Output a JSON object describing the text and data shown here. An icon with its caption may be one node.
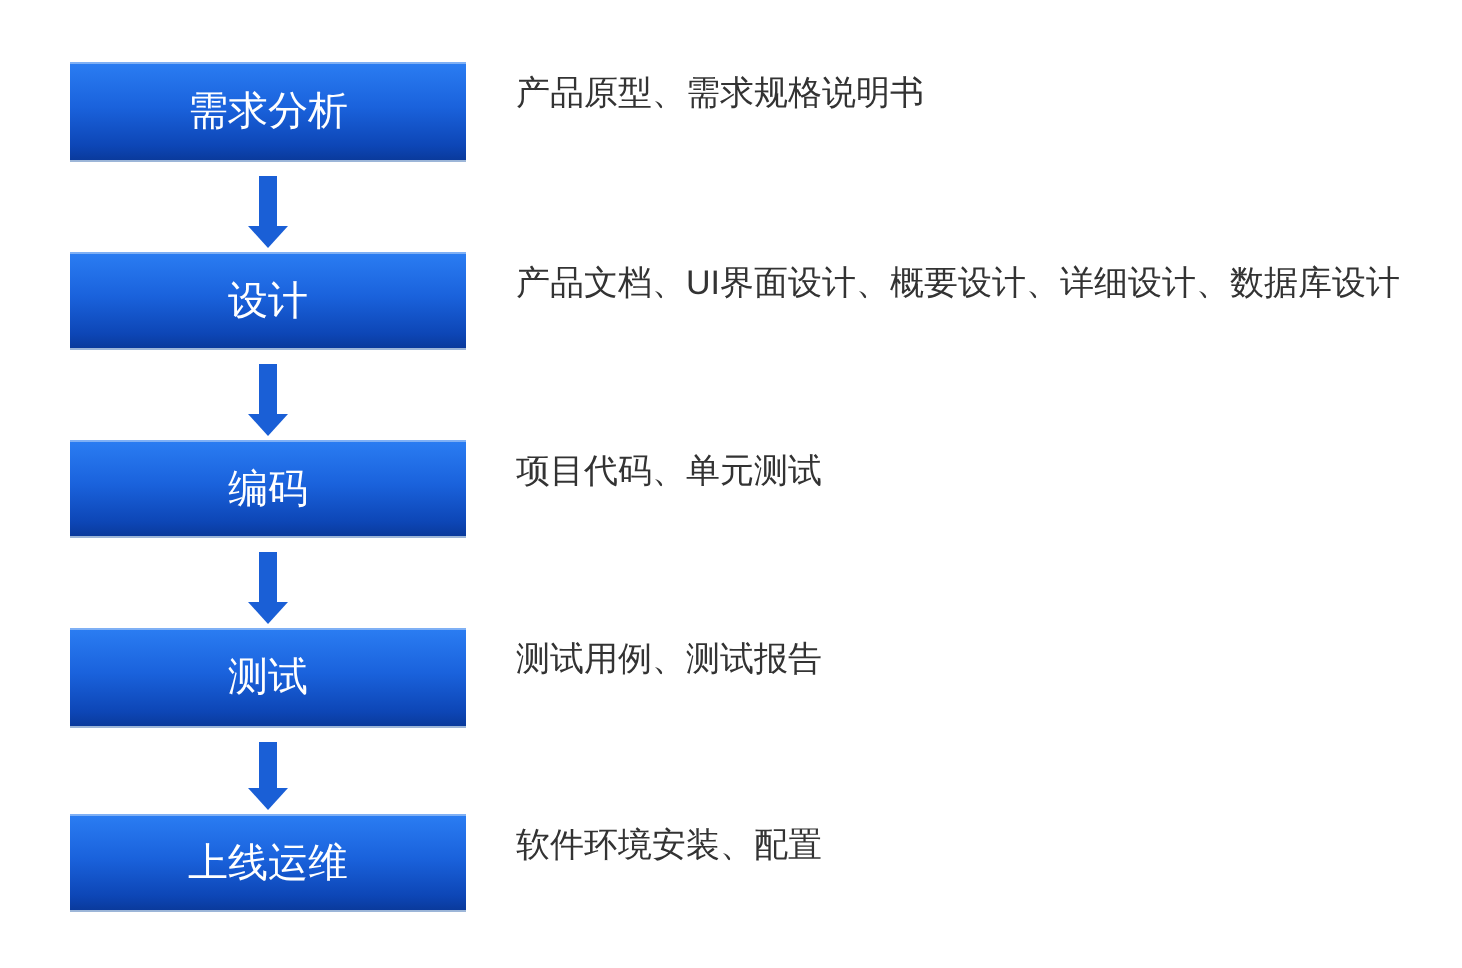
{
  "diagram": {
    "nodes": [
      {
        "text": [
          "需求分析"
        ],
        "beside": [
          "产品原型、需求规格说明书"
        ]
      },
      {
        "text": [
          "设计"
        ],
        "beside": [
          "产品文档、UI界面设计、概要设计、详细设计、数据库设计"
        ]
      },
      {
        "text": [
          "编码"
        ],
        "beside": [
          "项目代码、单元测试"
        ]
      },
      {
        "text": [
          "测试"
        ],
        "beside": [
          "测试用例、测试报告"
        ]
      },
      {
        "text": [
          "上线运维"
        ],
        "beside": [
          "软件环境安装、配置"
        ]
      }
    ],
    "edges": [
      {
        "from": 0,
        "to": 1,
        "arrow": "to"
      },
      {
        "from": 1,
        "to": 2,
        "arrow": "to"
      },
      {
        "from": 2,
        "to": 3,
        "arrow": "to"
      },
      {
        "from": 3,
        "to": 4,
        "arrow": "to"
      }
    ]
  }
}
